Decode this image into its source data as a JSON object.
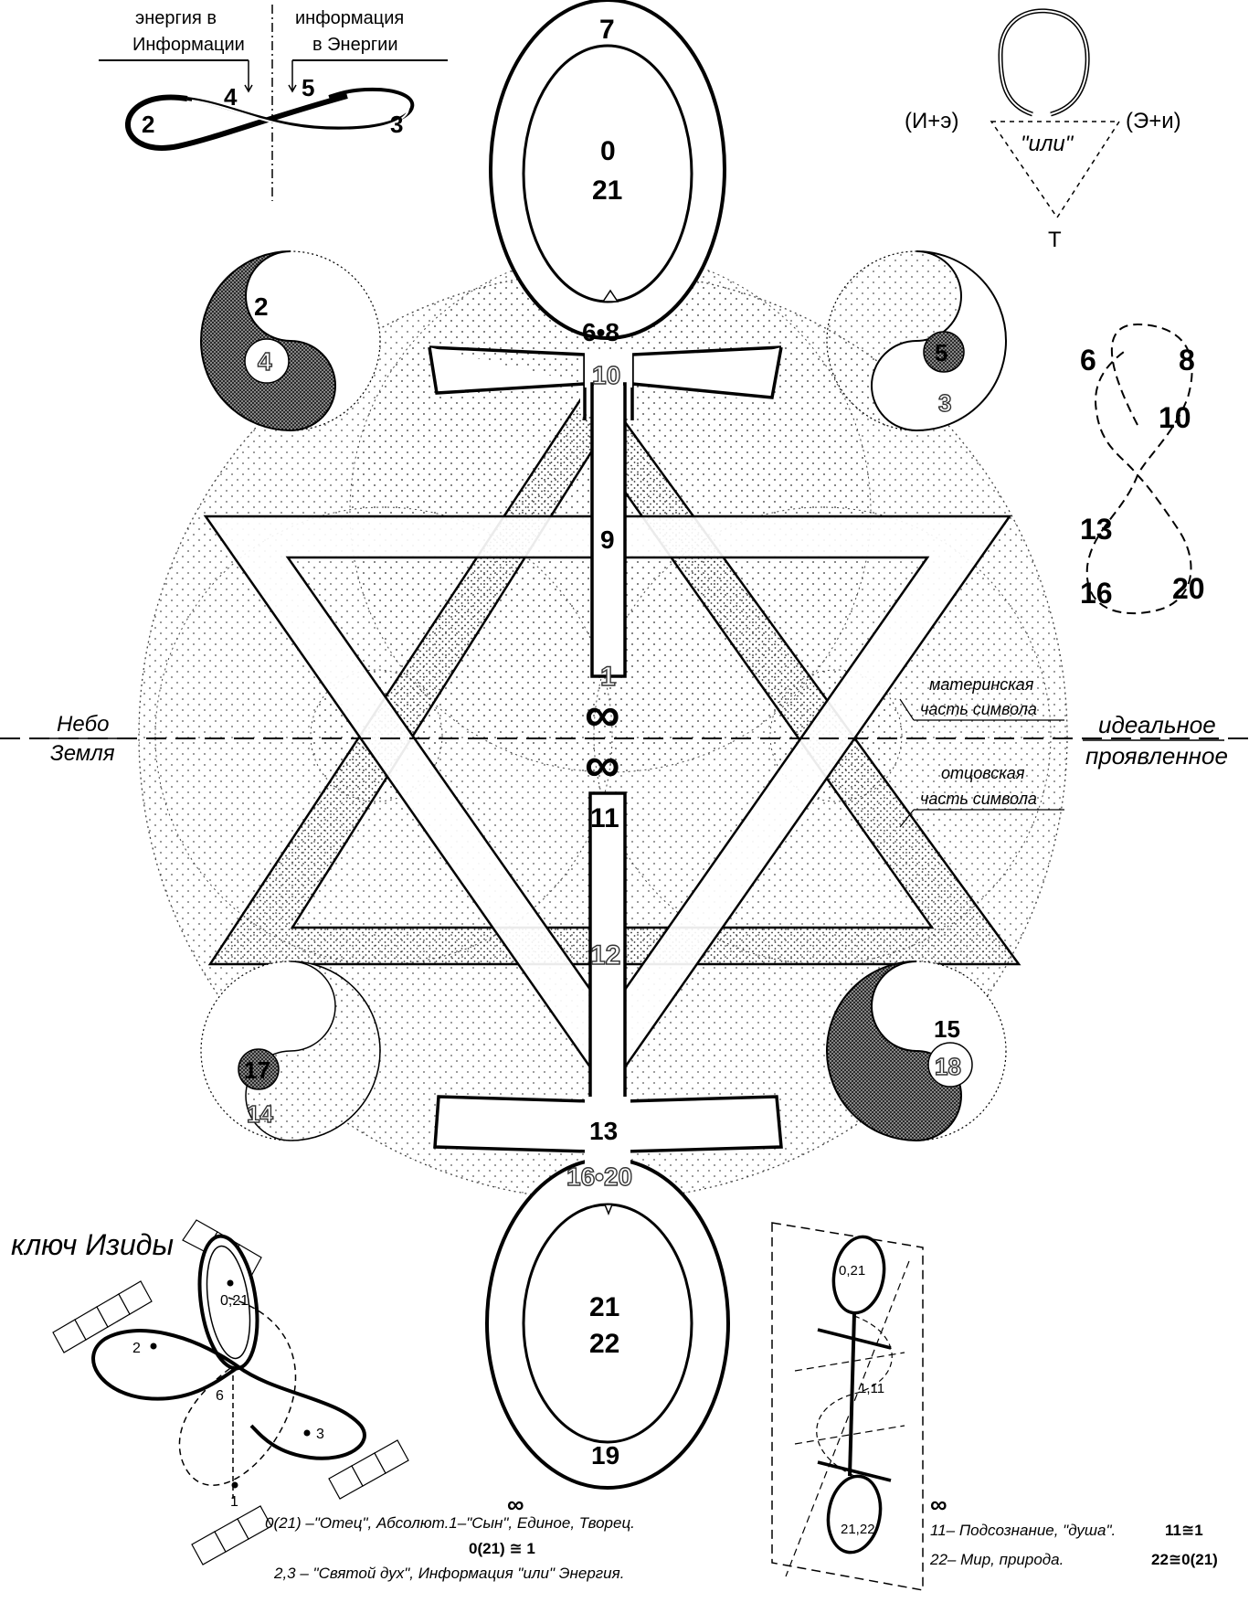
{
  "top_left_infinity": {
    "label_left_1": "энергия в",
    "label_left_2": "Информации",
    "label_right_1": "информация",
    "label_right_2": "в Энергии",
    "n2": "2",
    "n3": "3",
    "n4": "4",
    "n5": "5"
  },
  "top_right_triangle": {
    "left": "(И+э)",
    "right": "(Э+и)",
    "middle": "\"или\"",
    "bottom": "Т"
  },
  "ankh": {
    "top_loop_top": "7",
    "top_loop_0": "0",
    "top_loop_21": "21",
    "junction_top": "6•8",
    "crossbar_top": "10",
    "shaft_9": "9",
    "shaft_1": "1",
    "inf_upper": "∞",
    "inf_lower": "∞",
    "shaft_11": "11",
    "shaft_12": "12",
    "junction_bottom": "13",
    "lower_loop_top": "16•20",
    "lower_loop_21": "21",
    "lower_loop_22": "22",
    "lower_loop_bottom": "19"
  },
  "yin_yang": {
    "tl_big": "2",
    "tl_small": "4",
    "tr_big": "5",
    "tr_small": "3",
    "bl_big": "17",
    "bl_small": "14",
    "br_big": "15",
    "br_small": "18"
  },
  "right_eight": {
    "n6": "6",
    "n8": "8",
    "n10": "10",
    "n13": "13",
    "n16": "16",
    "n20": "20"
  },
  "midline": {
    "nebo": "Небо",
    "zemlya": "Земля",
    "idealnoe": "идеальное",
    "proyavlennoe": "проявленное",
    "mat_1": "материнская",
    "mat_2": "часть символа",
    "ot_1": "отцовская",
    "ot_2": "часть символа"
  },
  "isis_key": {
    "title": "ключ Изиды",
    "p021": "0,21",
    "p2": "2",
    "p3": "3",
    "p6": "6",
    "p1": "1"
  },
  "right_3d": {
    "p021": "0,21",
    "p111": "1,11",
    "p2122": "21,22"
  },
  "captions": {
    "inf_symbol": "∞",
    "line1": "0(21) –\"Отец\", Абсолют.1–\"Сын\", Единое, Творец.",
    "line2": "0(21) ≅ 1",
    "line3": "2,3 – \"Святой дух\", Информация \"или\" Энергия.",
    "right_inf": "∞",
    "right_line1": "11– Подсознание, \"душа\".",
    "right_line1_bold": "11≅1",
    "right_line2": "22– Мир, природа.",
    "right_line2_bold": "22≅0(21)"
  }
}
